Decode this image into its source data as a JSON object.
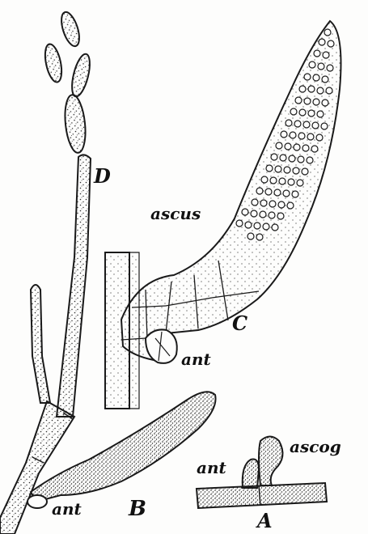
{
  "labels": {
    "d": "D",
    "ascus": "ascus",
    "c": "C",
    "ant_c": "ant",
    "ant_b": "ant",
    "b": "B",
    "ant_a": "ant",
    "ascog": "ascog",
    "a": "A"
  },
  "colors": {
    "ink": "#1a1a1a",
    "paper": "#fdfdfc",
    "stipple": "#2a2a2a"
  }
}
